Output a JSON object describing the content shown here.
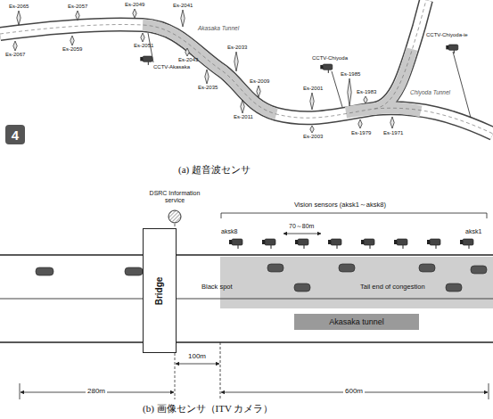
{
  "diagram": {
    "nodes": [
      {
        "text": [
          "4"
        ]
      },
      {
        "text": [
          "Bridge"
        ]
      },
      {
        "text": [
          "Akasaka tunnel"
        ]
      }
    ],
    "labels": [
      "Es-2065",
      "Es-2067",
      "Es-2057",
      "Es-2059",
      "Es-2049",
      "Es-2051",
      "Es-2041",
      "Es-2043",
      "Es-2033",
      "Es-2035",
      "Es-2009",
      "Es-2011",
      "Es-2001",
      "Es-2003",
      "Es-1985",
      "Es-1983",
      "Es-1979",
      "Es-1971",
      "CCTV-Akasaka",
      "CCTV-Chiyoda",
      "CCTV-Chiyoda-ie",
      "Akasaka Tunnel",
      "Chiyoda Tunnel",
      "(a) 超音波センサ",
      "DSRC Information service",
      "Vision sensors (aksk1～aksk8)",
      "aksk8",
      "aksk1",
      "70～80m",
      "Black spot",
      "Tail end of congestion",
      "280m",
      "100m",
      "600m",
      "(b) 画像センサ（ITV カメラ）"
    ]
  }
}
